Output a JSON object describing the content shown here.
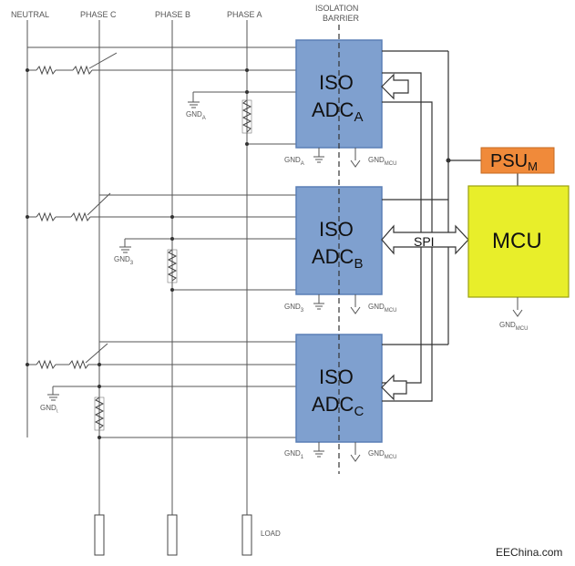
{
  "header": {
    "neutral": "NEUTRAL",
    "phase_c": "PHASE C",
    "phase_b": "PHASE B",
    "phase_a": "PHASE A",
    "isolation_line1": "ISOLATION",
    "isolation_line2": "BARRIER"
  },
  "adcs": [
    {
      "line1": "ISO",
      "line2": "ADC",
      "sub": "A",
      "gnd_left": "GND",
      "gnd_left_sub": "A",
      "gnd_right": "GND",
      "gnd_right_sub": "MCU"
    },
    {
      "line1": "ISO",
      "line2": "ADC",
      "sub": "B",
      "gnd_left": "GND",
      "gnd_left_sub": "3",
      "gnd_right": "GND",
      "gnd_right_sub": "MCU"
    },
    {
      "line1": "ISO",
      "line2": "ADC",
      "sub": "C",
      "gnd_left": "GND",
      "gnd_left_sub": "1",
      "gnd_right": "GND",
      "gnd_right_sub": "MCU"
    }
  ],
  "psu": {
    "label": "PSU",
    "sub": "M"
  },
  "mcu": {
    "label": "MCU",
    "gnd": "GND",
    "gnd_sub": "MCU"
  },
  "spi": "SPI",
  "side_grounds": [
    {
      "label": "GND",
      "sub": "A"
    },
    {
      "label": "GND",
      "sub": "3"
    },
    {
      "label": "GND",
      "sub": "\\"
    }
  ],
  "load": "LOAD",
  "watermark": "EEChina.com",
  "colors": {
    "adc_fill": "#7fa0cf",
    "adc_stroke": "#5a7fb5",
    "psu_fill": "#f08a3a",
    "mcu_fill": "#e8ee2a"
  }
}
